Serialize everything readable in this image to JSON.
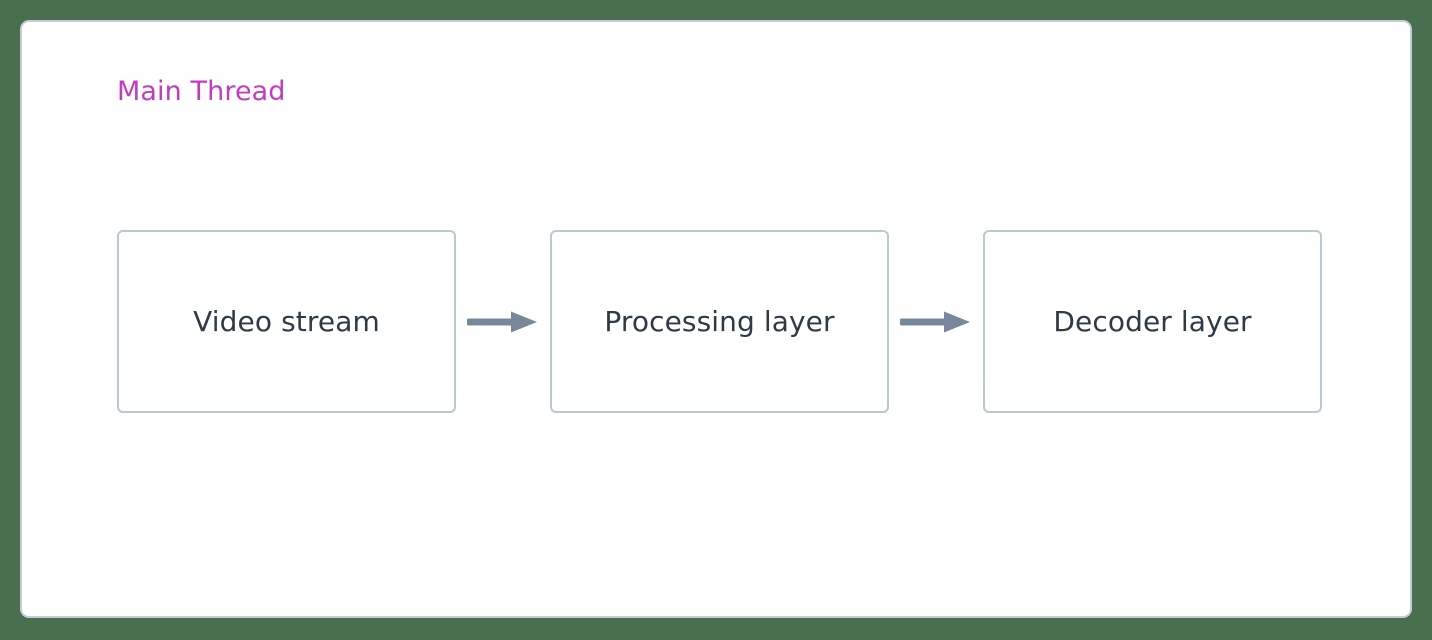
{
  "diagram": {
    "type": "flowchart-left-to-right",
    "background_color": "#4a6f4f",
    "panel": {
      "title": "Main Thread",
      "title_color": "#c13cc1",
      "background_color": "#ffffff",
      "border_color": "#c2ced6"
    },
    "node_style": {
      "border_color": "#b9c8d3",
      "fill_color": "#ffffff",
      "text_color": "#2e3b47"
    },
    "edge_style": {
      "color": "#78889a",
      "marker": "arrow-head-right"
    },
    "nodes": [
      {
        "id": "video-stream",
        "label": "Video stream"
      },
      {
        "id": "processing-layer",
        "label": "Processing layer"
      },
      {
        "id": "decoder-layer",
        "label": "Decoder layer"
      }
    ],
    "edges": [
      {
        "id": "edge-1",
        "from": "video-stream",
        "to": "processing-layer",
        "label": ""
      },
      {
        "id": "edge-2",
        "from": "processing-layer",
        "to": "decoder-layer",
        "label": ""
      }
    ]
  }
}
